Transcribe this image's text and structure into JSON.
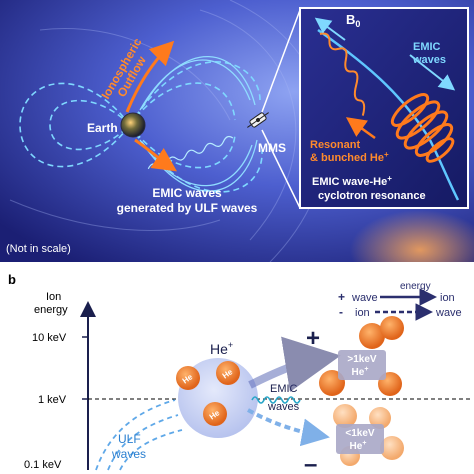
{
  "panel_a": {
    "outflow_label_1": "Ionospheric",
    "outflow_label_2": "Outflow",
    "earth_label": "Earth",
    "spacecraft_label": "MMS",
    "emic_caption_1": "EMIC waves",
    "emic_caption_2": "generated by ULF waves",
    "scale_note": "(Not in scale)",
    "inset": {
      "field_label": "B",
      "field_subscript": "0",
      "emic_label_1": "EMIC",
      "emic_label_2": "waves",
      "resonant_label_1": "Resonant",
      "resonant_label_2": "& bunched He",
      "resonant_superscript": "+",
      "caption_1": "EMIC wave-He",
      "caption_1_superscript": "+",
      "caption_2": "cyclotron resonance"
    }
  },
  "panel_b": {
    "label": "b",
    "axis_title_1": "Ion",
    "axis_title_2": "energy",
    "ticks": [
      "10 keV",
      "1 keV",
      "0.1 keV"
    ],
    "legend": {
      "energy_label": "energy",
      "row1_sign": "+",
      "row1_from": "wave",
      "row1_to": "ion",
      "row2_sign": "-",
      "row2_from": "ion",
      "row2_to": "wave"
    },
    "he_label": "He",
    "he_superscript": "+",
    "ion_ball_label": "He",
    "ion_ball_superscript": "+",
    "emic_label_1": "EMIC",
    "emic_label_2": "waves",
    "ulf_label_1": "ULF",
    "ulf_label_2": "waves",
    "plus_sign": "+",
    "minus_sign": "–",
    "high_box_1": ">1keV",
    "high_box_2": "He",
    "high_box_superscript": "+",
    "low_box_1": "<1keV",
    "low_box_2": "He",
    "low_box_superscript": "+"
  },
  "colors": {
    "space_dark": "#1c1f7a",
    "space_light": "#6f86e6",
    "field_line": "#7fd8ff",
    "outflow": "#ff7a1c",
    "inset_border": "#ffffff",
    "panel_b_bg": "#ffffff",
    "axis": "#1a1f4d",
    "ion_orange": "#f07a1c",
    "ion_light": "#f7b98a",
    "ion_cloud": "#c9d3f2",
    "box_fill": "#a9a7c6",
    "arrow_dark": "#2b2f6e"
  }
}
